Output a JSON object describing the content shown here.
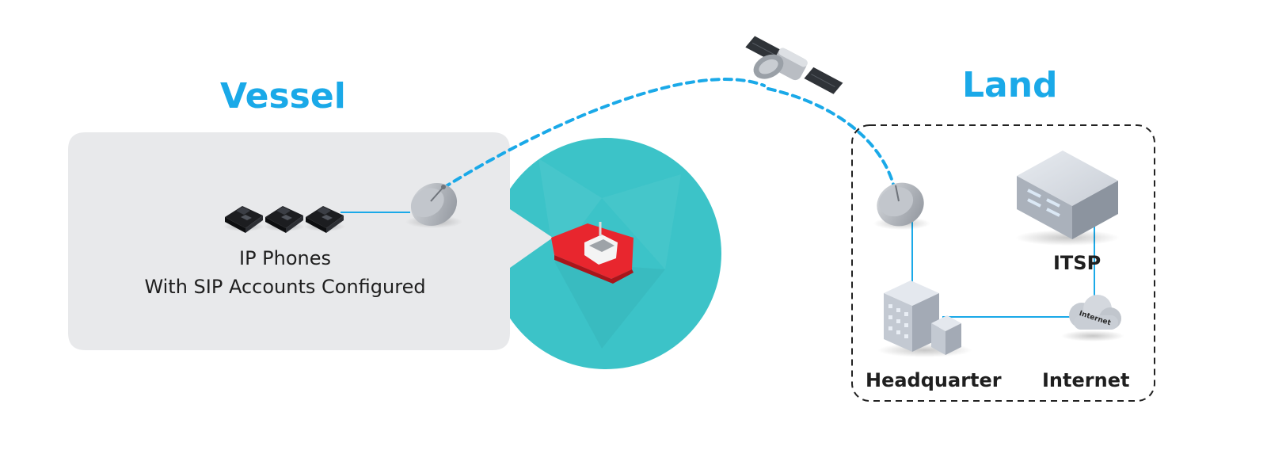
{
  "colors": {
    "accent": "#1aa9e8",
    "link": "#1aa9e8",
    "vessel_panel": "#e8e9eb",
    "sea": "#3cc3c8",
    "ship": "#e8262e",
    "frame": "#222222"
  },
  "vessel": {
    "title": "Vessel",
    "phones_label_line1": "IP Phones",
    "phones_label_line2": "With SIP Accounts Configured"
  },
  "land": {
    "title": "Land",
    "itsp_label": "ITSP",
    "headquarter_label": "Headquarter",
    "internet_label": "Internet",
    "cloud_text": "Internet"
  },
  "icons": [
    "ip-phone-icon",
    "satellite-dish-icon",
    "ship-icon",
    "satellite-icon",
    "server-icon",
    "office-building-icon",
    "cloud-icon"
  ]
}
